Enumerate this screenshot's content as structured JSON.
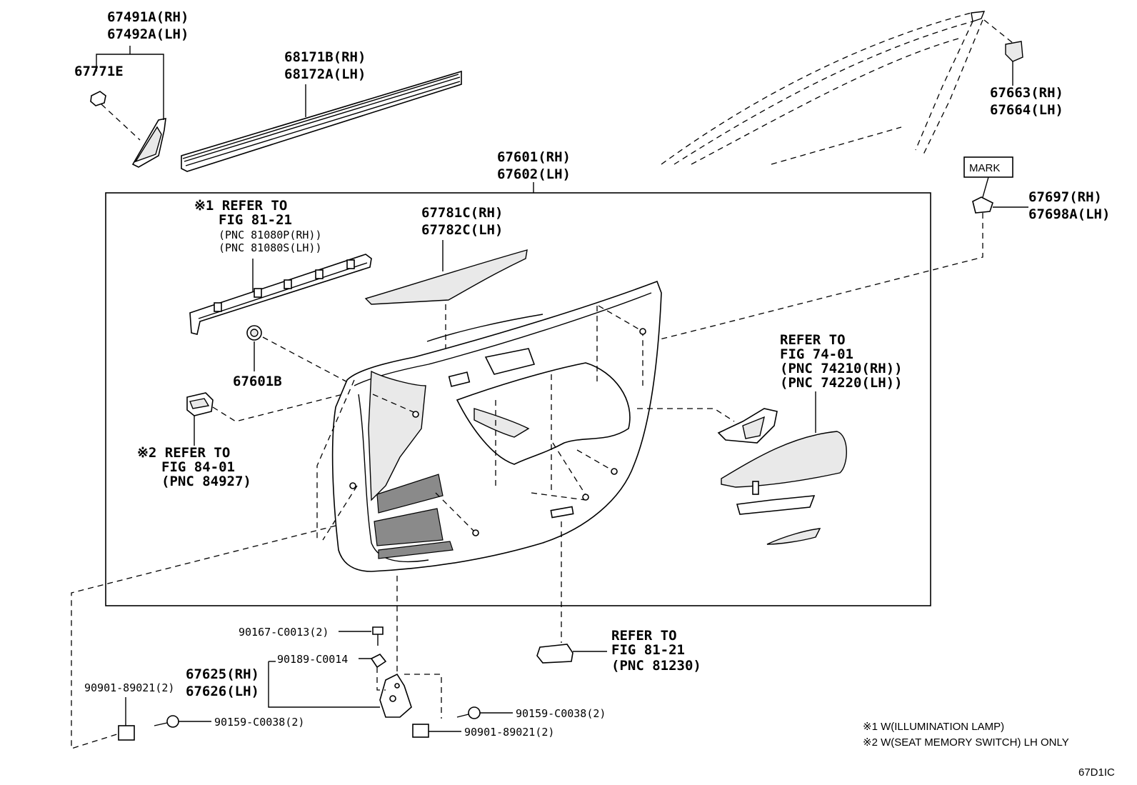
{
  "callouts": {
    "p67491": [
      "67491A(RH)",
      "67492A(LH)"
    ],
    "p67771": "67771E",
    "p68171": [
      "68171B(RH)",
      "68172A(LH)"
    ],
    "p67601": [
      "67601(RH)",
      "67602(LH)"
    ],
    "p67663": [
      "67663(RH)",
      "67664(LH)"
    ],
    "mark": "MARK",
    "p67697": [
      "67697(RH)",
      "67698A(LH)"
    ],
    "ref81_21_top": [
      "※1 REFER TO",
      "FIG 81-21",
      "(PNC 81080P(RH))",
      "(PNC 81080S(LH))"
    ],
    "p67781": [
      "67781C(RH)",
      "67782C(LH)"
    ],
    "p67601b": "67601B",
    "ref84_01": [
      "※2 REFER TO",
      "FIG 84-01",
      "(PNC 84927)"
    ],
    "ref74_01": [
      "REFER TO",
      "FIG 74-01",
      "(PNC 74210(RH))",
      "(PNC 74220(LH))"
    ],
    "b90167": "90167-C0013(2)",
    "b90189": "90189-C0014",
    "p67625": [
      "67625(RH)",
      "67626(LH)"
    ],
    "c90901_left": "90901-89021(2)",
    "b90159_left": "90159-C0038(2)",
    "b90159_right": "90159-C0038(2)",
    "c90901_right": "90901-89021(2)",
    "ref81_21_bottom": [
      "REFER TO",
      "FIG 81-21",
      "(PNC 81230)"
    ]
  },
  "footnotes": [
    "※1 W(ILLUMINATION LAMP)",
    "※2 W(SEAT MEMORY SWITCH) LH ONLY"
  ],
  "figure_code": "67D1IC"
}
